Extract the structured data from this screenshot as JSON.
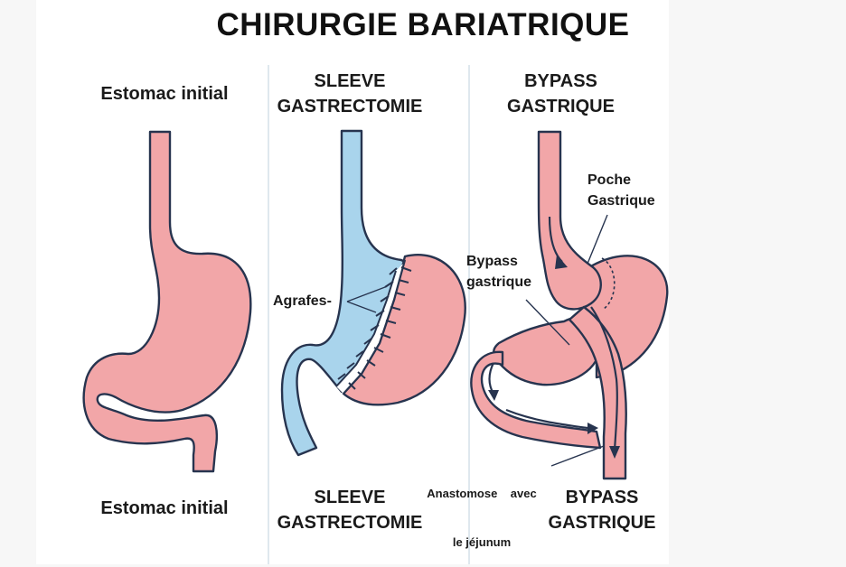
{
  "title": "CHIRURGIE BARIATRIQUE",
  "panels": {
    "initial": {
      "top": "Estomac initial",
      "bottom": "Estomac initial"
    },
    "sleeve": {
      "top1": "SLEEVE",
      "top2": "GASTRECTOMIE",
      "bottom1": "SLEEVE",
      "bottom2": "GASTRECTOMIE"
    },
    "bypass": {
      "top1": "BYPASS",
      "top2": "GASTRIQUE",
      "bottom1": "BYPASS",
      "bottom2": "GASTRIQUE"
    }
  },
  "annotations": {
    "agrafes": "Agrafes-",
    "poche1": "Poche",
    "poche2": "Gastrique",
    "bypass1": "Bypass",
    "bypass2": "gastrique",
    "anastomose1": "Anastomose    avec",
    "anastomose2": "le jéjunum"
  },
  "colors": {
    "stomach": "#f2a6a8",
    "outline": "#27344f",
    "sleeve_removed": "#a9d4ec",
    "divider": "#dfe8ee"
  }
}
